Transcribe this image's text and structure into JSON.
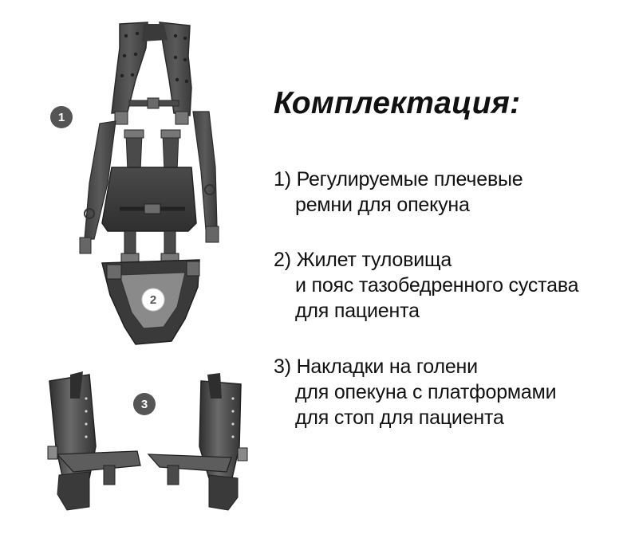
{
  "heading": "Комплектация:",
  "items": [
    {
      "lines": [
        "1) Регулируемые плечевые",
        "ремни  для опекуна"
      ]
    },
    {
      "lines": [
        "2) Жилет туловища",
        "и пояс тазобедренного сустава",
        "для пациента"
      ]
    },
    {
      "lines": [
        "3) Накладки на голени",
        "для опекуна с платформами",
        "для стоп для пациента"
      ]
    }
  ],
  "badges": [
    "1",
    "2",
    "3"
  ],
  "colors": {
    "text": "#111111",
    "strap": "#4d4d4d",
    "strap_dark": "#333333",
    "badge_dark": "#555555",
    "badge_light": "#ffffff"
  },
  "icons": [
    "harness-illustration",
    "vest-illustration",
    "leg-brace-illustration"
  ]
}
